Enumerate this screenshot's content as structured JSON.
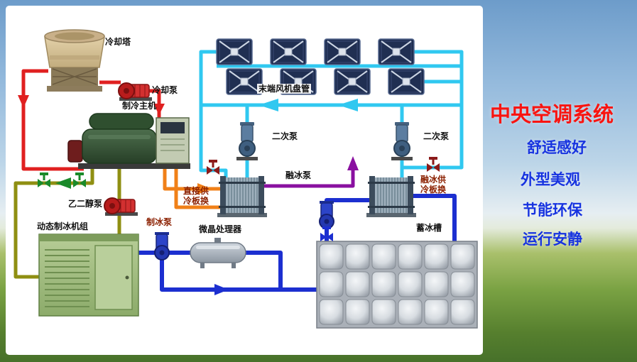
{
  "side_panel": {
    "title": "中央空调系统",
    "title_color": "#f91410",
    "feature_color": "#1733e0",
    "features": [
      "舒适感好",
      "外型美观",
      "节能环保",
      "运行安静"
    ]
  },
  "diagram": {
    "labels": {
      "cooling_tower": "冷却塔",
      "cooling_pump": "冷却泵",
      "chiller": "制冷主机",
      "fan_coil_units": "末端风机盘管",
      "secondary_pump": "二次泵",
      "melt_ice_pump": "融冰泵",
      "glycol_pump": "乙二醇泵",
      "ice_making_pump": "制冰泵",
      "ice_maker_unit": "动态制冰机组",
      "crystal_processor": "微晶处理器",
      "ice_storage_tank": "蓄冰槽",
      "direct_supply_hx": {
        "line1": "直接供",
        "line2": "冷板换"
      },
      "melt_supply_hx": {
        "line1": "融冰供",
        "line2": "冷板换"
      }
    },
    "pipe_colors": {
      "condenser_loop": "#e02020",
      "chilled_water": "#30c8f0",
      "glycol_loop": "#8f8f12",
      "direct_supply": "#f08018",
      "ice_water": "#1c2fd0",
      "melt_supply": "#8a10a0",
      "valve_green": "#1a8a2a",
      "valve_dark_red": "#8b1a1a"
    }
  }
}
